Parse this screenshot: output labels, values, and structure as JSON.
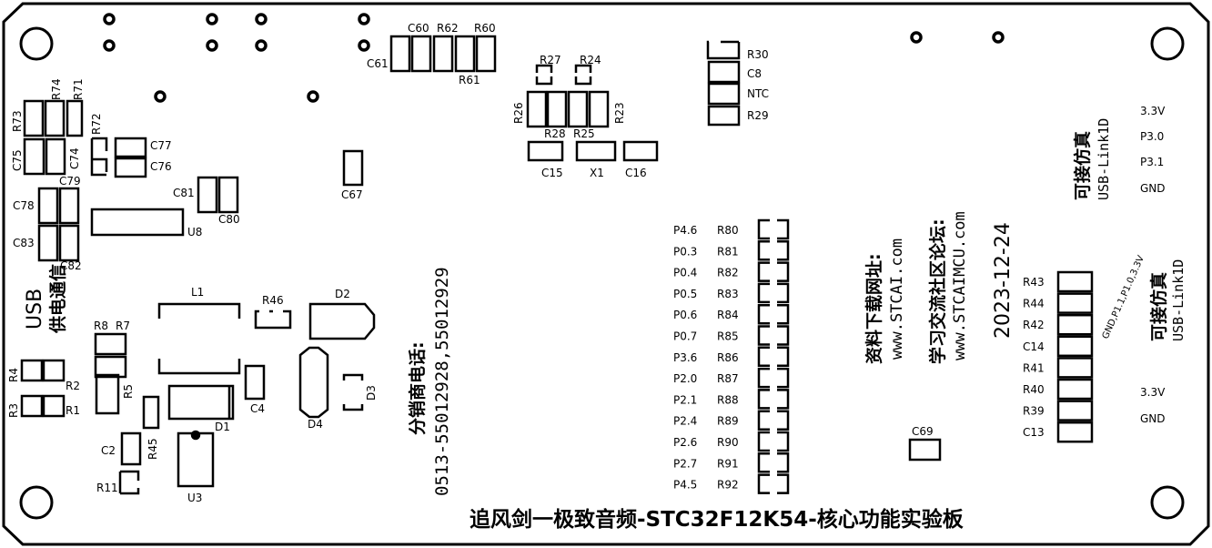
{
  "silkscreen": {
    "title": "追风剑一极致音频-STC32F12K54-核心功能实验板",
    "date": "2023-12-24",
    "download_heading": "资料下载网址:",
    "download_url": "www.STCAI.com",
    "forum_heading": "学习交流社区论坛:",
    "forum_url": "www.STCAIMCU.com",
    "distributor_heading": "分销商电话:",
    "distributor_phone": "0513-55012928,55012929",
    "usb_label": "USB",
    "usb_sub": "供电通信",
    "sim_label_1": "可接仿真",
    "sim_label_1b": "USB-Link1D",
    "sim_label_2": "可接仿真",
    "sim_label_2b": "USB-Link1D",
    "pin_order_label": "GND,P1.1,P1.0,3.3V"
  },
  "header_top": [
    "3.3V",
    "P3.0",
    "P3.1",
    "GND"
  ],
  "header_bottom": [
    "3.3V",
    "GND"
  ],
  "resistor_column": {
    "ports": [
      "P4.6",
      "P0.3",
      "P0.4",
      "P0.5",
      "P0.6",
      "P0.7",
      "P3.6",
      "P2.0",
      "P2.1",
      "P2.4",
      "P2.6",
      "P2.7",
      "P4.5"
    ],
    "refs": [
      "R80",
      "R81",
      "R82",
      "R83",
      "R84",
      "R85",
      "R86",
      "R87",
      "R88",
      "R89",
      "R90",
      "R91",
      "R92"
    ]
  },
  "link_column": [
    "R43",
    "R44",
    "R42",
    "C14",
    "R41",
    "R40",
    "R39",
    "C13"
  ],
  "components": [
    {
      "ref": "C61"
    },
    {
      "ref": "C60"
    },
    {
      "ref": "R62"
    },
    {
      "ref": "R60"
    },
    {
      "ref": "R61"
    },
    {
      "ref": "R27"
    },
    {
      "ref": "R24"
    },
    {
      "ref": "R26"
    },
    {
      "ref": "R23"
    },
    {
      "ref": "R28"
    },
    {
      "ref": "R25"
    },
    {
      "ref": "C15"
    },
    {
      "ref": "X1"
    },
    {
      "ref": "C16"
    },
    {
      "ref": "R30"
    },
    {
      "ref": "C8"
    },
    {
      "ref": "NTC"
    },
    {
      "ref": "R29"
    },
    {
      "ref": "R74"
    },
    {
      "ref": "R71"
    },
    {
      "ref": "R73"
    },
    {
      "ref": "R72"
    },
    {
      "ref": "C75"
    },
    {
      "ref": "C74"
    },
    {
      "ref": "C77"
    },
    {
      "ref": "C76"
    },
    {
      "ref": "C79"
    },
    {
      "ref": "C78"
    },
    {
      "ref": "C83"
    },
    {
      "ref": "C82"
    },
    {
      "ref": "C81"
    },
    {
      "ref": "C80"
    },
    {
      "ref": "U8"
    },
    {
      "ref": "C67"
    },
    {
      "ref": "L1"
    },
    {
      "ref": "R46"
    },
    {
      "ref": "D2"
    },
    {
      "ref": "R8"
    },
    {
      "ref": "R7"
    },
    {
      "ref": "R4"
    },
    {
      "ref": "R2"
    },
    {
      "ref": "R3"
    },
    {
      "ref": "R1"
    },
    {
      "ref": "R5"
    },
    {
      "ref": "C4"
    },
    {
      "ref": "D4"
    },
    {
      "ref": "D3"
    },
    {
      "ref": "D1"
    },
    {
      "ref": "C2"
    },
    {
      "ref": "R45"
    },
    {
      "ref": "R11"
    },
    {
      "ref": "U3"
    },
    {
      "ref": "C69"
    }
  ]
}
